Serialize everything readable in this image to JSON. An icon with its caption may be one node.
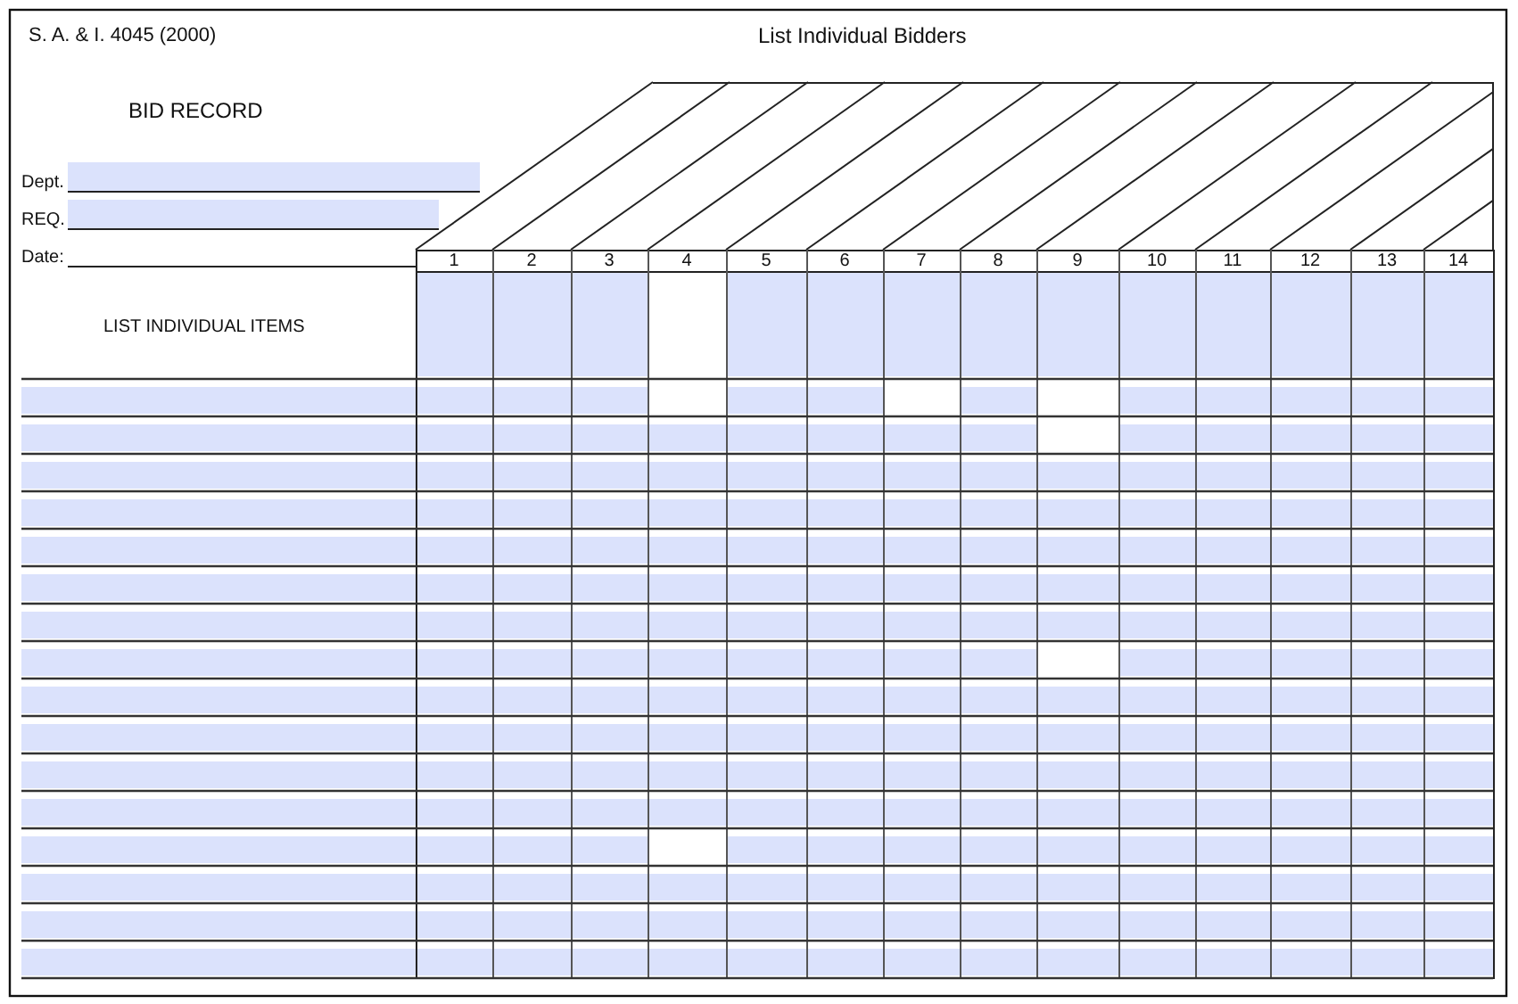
{
  "diagram": {
    "title": "BID RECORD",
    "labels": [
      "S. A. & I. 4045 (2000)",
      "List Individual Bidders",
      "Dept.",
      "REQ.",
      "Date:",
      "1",
      "2",
      "3",
      "4",
      "5",
      "6",
      "7",
      "8",
      "9",
      "10",
      "11",
      "12",
      "13",
      "14",
      "LIST INDIVIDUAL ITEMS"
    ]
  }
}
